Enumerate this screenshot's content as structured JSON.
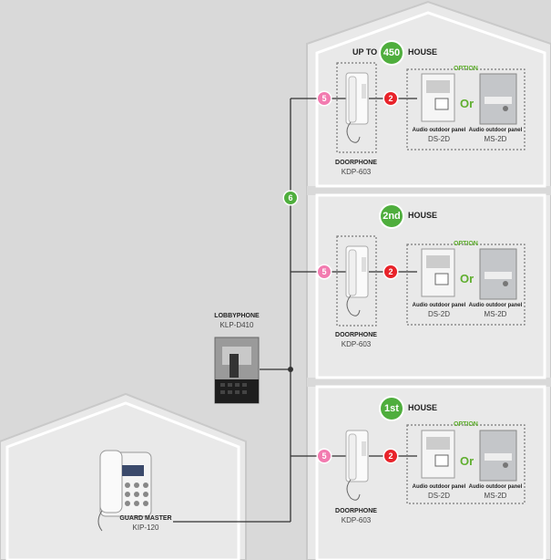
{
  "colors": {
    "background": "#d9d9d9",
    "house_fill": "#e9e9e9",
    "house_outline": "#c9c9c9",
    "wire": "#333333",
    "pink_badge": "#f27bb0",
    "red_badge": "#e8232a",
    "green_badge": "#4fae3d",
    "option_text": "#5fae2e"
  },
  "top_house": {
    "prefix": "UP TO",
    "number": "450",
    "suffix": "HOUSE"
  },
  "mid_house": {
    "number": "2nd",
    "suffix": "HOUSE"
  },
  "bottom_house": {
    "number": "1st",
    "suffix": "HOUSE"
  },
  "option_label": "OPTION",
  "or_label": "Or",
  "doorphone": {
    "title": "DOORPHONE",
    "model": "KDP-603"
  },
  "panel_ds": {
    "title": "Audio outdoor panel",
    "model": "DS-2D"
  },
  "panel_ms": {
    "title": "Audio outdoor panel",
    "model": "MS-2D"
  },
  "lobbyphone": {
    "title": "LOBBYPHONE",
    "model": "KLP-D410"
  },
  "guard_master": {
    "title": "GUARD MASTER",
    "model": "KIP-120"
  },
  "cable_badges": {
    "pink": "5",
    "red": "2",
    "green": "6"
  }
}
